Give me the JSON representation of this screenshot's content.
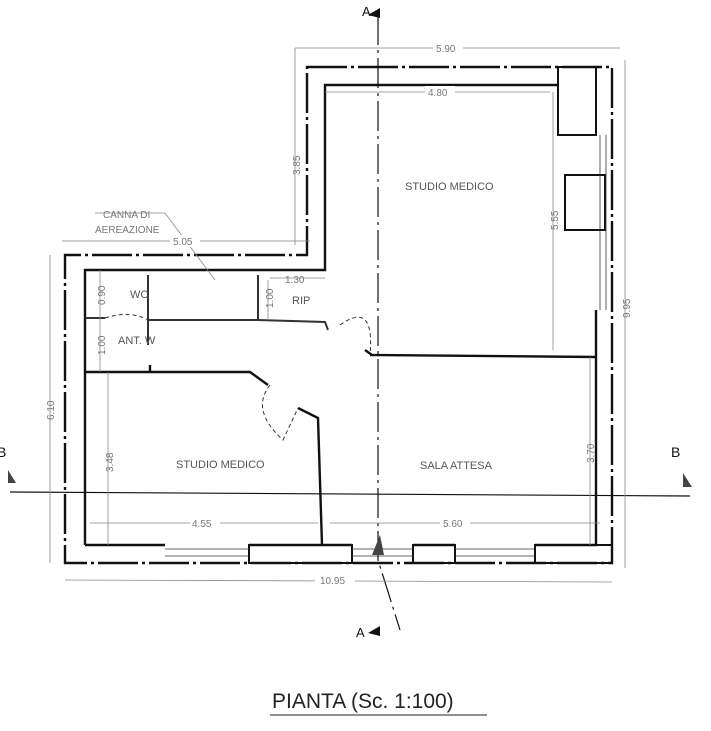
{
  "title": "PIANTA (Sc. 1:100)",
  "rooms": {
    "studio_medico_1": "STUDIO MEDICO",
    "studio_medico_2": "STUDIO MEDICO",
    "sala_attesa": "SALA ATTESA",
    "wc": "WC",
    "ant_wc": "ANT. W",
    "rip": "RIP"
  },
  "annotation": {
    "line1": "CANNA DI",
    "line2": "AEREAZIONE"
  },
  "section_marks": {
    "a_top": "A",
    "a_bottom": "A",
    "b_left": "B",
    "b_right": "B"
  },
  "dimensions": {
    "top_outer": "5.90",
    "top_inner": "4.80",
    "left_wing_height": "3.85",
    "right_room_height": "5.55",
    "total_height": "9.95",
    "wing_width": "5.05",
    "rip_width": "1.30",
    "rip_depth": "1.00",
    "wc_depth": "0.90",
    "ant_depth": "1.00",
    "left_height": "6.10",
    "studio_depth": "3.48",
    "studio_width": "4.55",
    "sala_width": "5.60",
    "sala_depth": "3.70",
    "total_width": "10.95"
  }
}
